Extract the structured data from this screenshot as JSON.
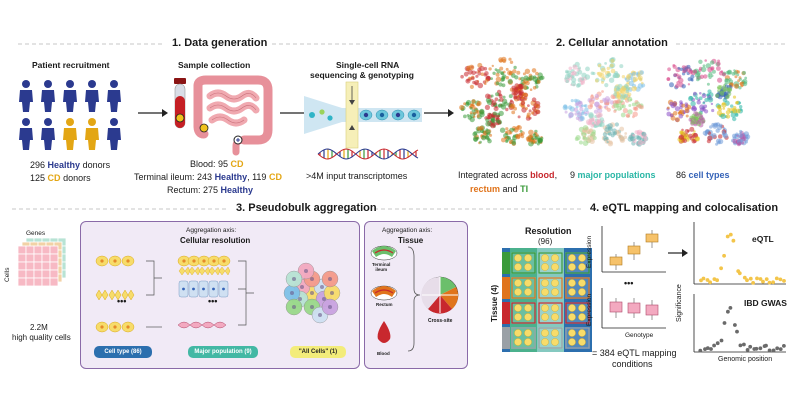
{
  "sections": {
    "s1": "1.  Data generation",
    "s2": "2. Cellular annotation",
    "s3": "3. Pseudobulk aggregation",
    "s4": "4. eQTL mapping and colocalisation"
  },
  "data_generation": {
    "patient_recruitment": "Patient recruitment",
    "healthy_count": "296",
    "healthy_word": "Healthy",
    "healthy_suffix": "donors",
    "cd_count": "125",
    "cd_word": "CD",
    "cd_suffix": "donors",
    "sample_collection": "Sample collection",
    "blood_prefix": "Blood: 95",
    "blood_cd": "CD",
    "ti_prefix": "Terminal ileum: 243",
    "ti_healthy": "Healthy",
    "ti_mid": ", 119",
    "ti_cd": "CD",
    "rectum_prefix": "Rectum: 275",
    "rectum_healthy": "Healthy",
    "sc_title_1": "Single-cell RNA",
    "sc_title_2": "sequencing & genotyping",
    "transcriptomes": ">4M input transcriptomes",
    "colors": {
      "healthy": "#2b3a8f",
      "cd": "#e3a614"
    }
  },
  "annotation": {
    "integrated_prefix": "Integrated across",
    "blood": "blood",
    "rectum": "rectum",
    "and": "and",
    "ti": "TI",
    "pop_count": "9",
    "pop_word": "major populations",
    "ct_count": "86",
    "ct_word": "cell types"
  },
  "pseudobulk": {
    "genes": "Genes",
    "cells": "Cells",
    "count": "2.2M",
    "quality": "high quality cells",
    "axis1_a": "Aggregation axis:",
    "axis1_b": "Cellular resolution",
    "axis2_a": "Aggregation axis:",
    "axis2_b": "Tissue",
    "dots": "•••",
    "pill_celltype": "Cell type (86)",
    "pill_major": "Major population (9)",
    "pill_all": "\"All Cells\" (1)",
    "tissue_ti_1": "Terminal",
    "tissue_ti_2": "ileum",
    "tissue_rectum": "Rectum",
    "tissue_blood": "Blood",
    "cross_site": "Cross-site"
  },
  "eqtl": {
    "resolution": "Resolution",
    "resolution_n": "(96)",
    "tissue": "Tissue (4)",
    "expression_1": "Expression",
    "expression_2": "Expression",
    "genotype": "Genotype",
    "dots": "•••",
    "conditions_1": "= 384 eQTL mapping",
    "conditions_2": "conditions",
    "significance": "Significance",
    "eqtl_label": "eQTL",
    "gwas_label": "IBD GWAS",
    "genomic_position": "Genomic position"
  }
}
